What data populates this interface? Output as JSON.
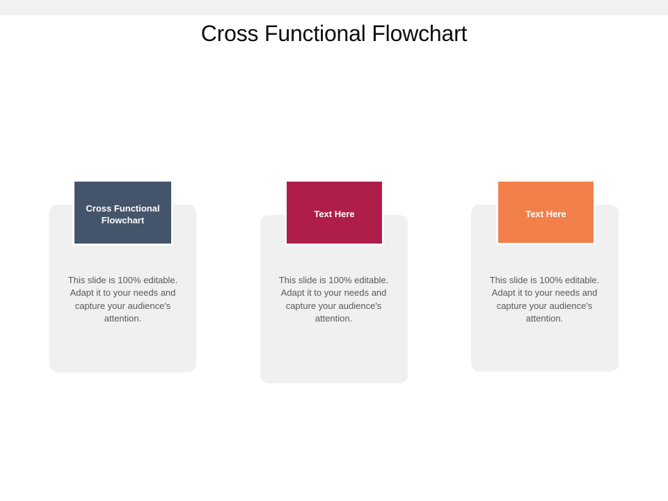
{
  "slide": {
    "title": "Cross Functional Flowchart",
    "background_color": "#FFFFFF",
    "top_band_color": "#F1F1F1"
  },
  "cards": [
    {
      "id": "card-1",
      "header_label": "Cross Functional Flowchart",
      "header_color": "#44546A",
      "body_color": "#F0F0F0",
      "description": "This slide is 100% editable. Adapt it to your needs and capture your audience's attention."
    },
    {
      "id": "card-2",
      "header_label": "Text Here",
      "header_color": "#AF1E4B",
      "body_color": "#F0F0F0",
      "description": "This slide is 100% editable. Adapt it to your needs and capture your audience's attention."
    },
    {
      "id": "card-3",
      "header_label": "Text Here",
      "header_color": "#F2804B",
      "body_color": "#F0F0F0",
      "description": "This slide is 100% editable. Adapt it to your needs and capture your audience's attention."
    }
  ]
}
